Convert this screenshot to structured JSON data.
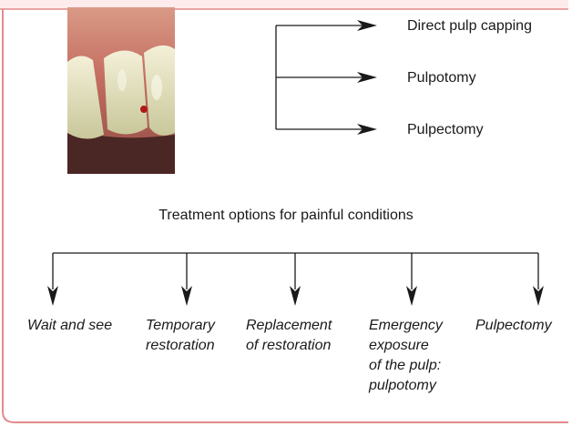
{
  "figure": {
    "top_branch": {
      "labels": [
        "Direct pulp capping",
        "Pulpotomy",
        "Pulpectomy"
      ]
    },
    "caption": "Treatment options for painful conditions",
    "options": [
      {
        "lines": [
          "Wait and see"
        ]
      },
      {
        "lines": [
          "Temporary",
          "restoration"
        ]
      },
      {
        "lines": [
          "Replacement",
          "of restoration"
        ]
      },
      {
        "lines": [
          "Emergency",
          "exposure",
          "of the pulp:",
          "pulpotomy"
        ]
      },
      {
        "lines": [
          "Pulpectomy"
        ]
      }
    ]
  },
  "colors": {
    "frame": "#e38a8a",
    "frame_fill": "#fdeceb",
    "arrow": "#1a1a1a"
  }
}
